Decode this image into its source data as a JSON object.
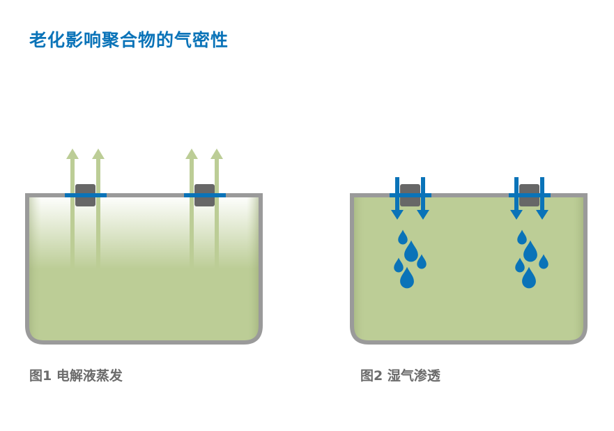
{
  "title": "老化影响聚合物的气密性",
  "figures": [
    {
      "caption": "图1 电解液蒸发",
      "flow": "outward"
    },
    {
      "caption": "图2 湿气渗透",
      "flow": "inward"
    }
  ],
  "colors": {
    "title": "#0a73b8",
    "liquid": "#bccd96",
    "wall": "#9a9a9a",
    "seal": "#0a73b8",
    "plug": "#676767",
    "drop": "#0a73b8"
  }
}
